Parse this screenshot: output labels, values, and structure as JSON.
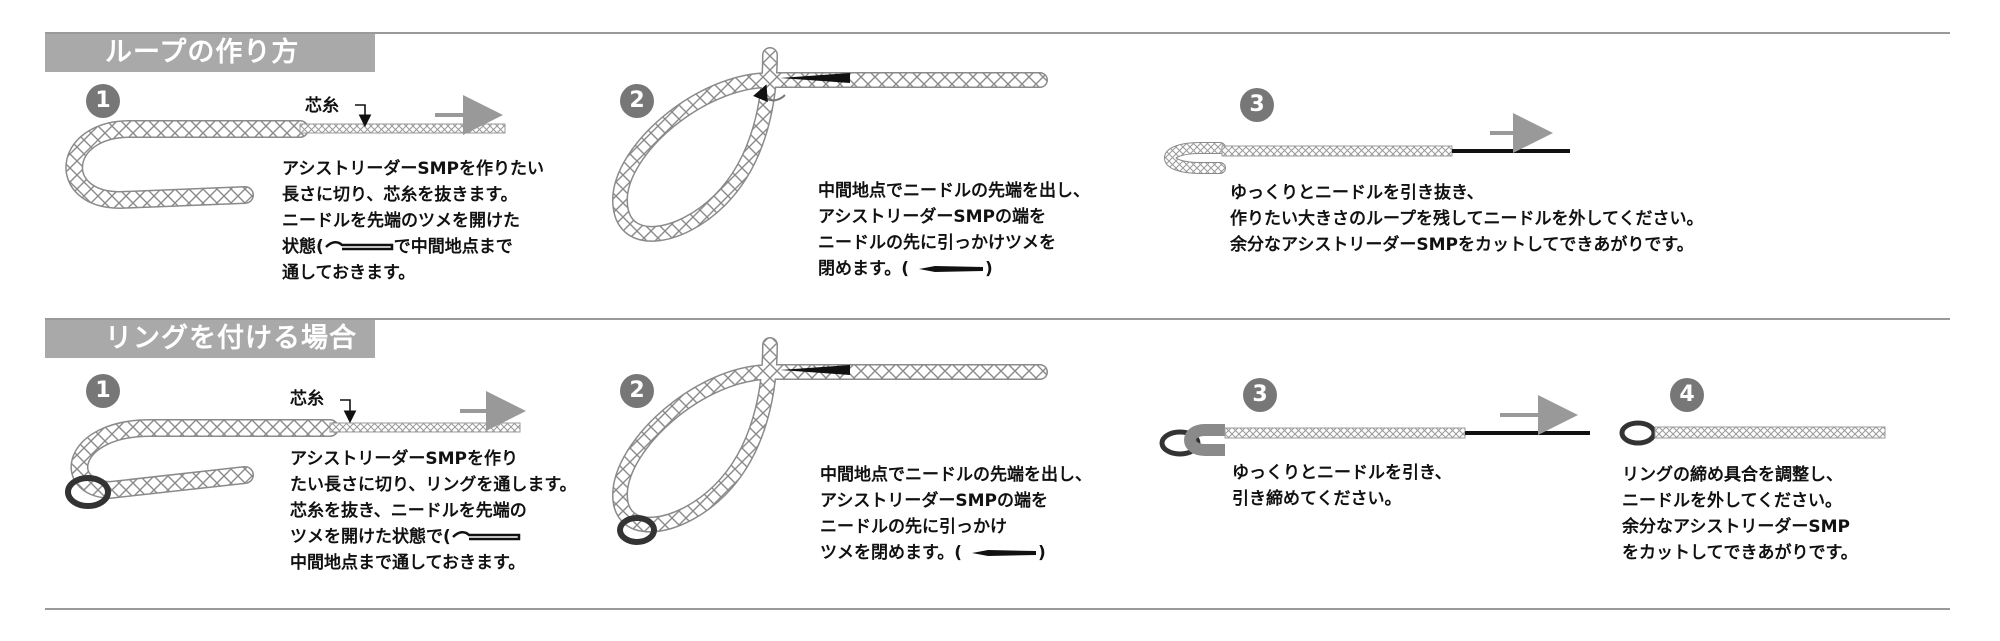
{
  "sections": [
    {
      "title": "ループの作り方",
      "steps": [
        {
          "num": "1",
          "label": "芯糸",
          "lines": [
            "アシストリーダーSMPを作りたい",
            "長さに切り、芯糸を抜きます。",
            "ニードルを先端のツメを開けた",
            "状態(",
            "で中間地点まで",
            "通しておきます。"
          ]
        },
        {
          "num": "2",
          "lines": [
            "中間地点でニードルの先端を出し、",
            "アシストリーダーSMPの端を",
            "ニードルの先に引っかけツメを",
            "閉めます。("
          ]
        },
        {
          "num": "3",
          "lines": [
            "ゆっくりとニードルを引き抜き、",
            "作りたい大きさのループを残してニードルを外してください。",
            "余分なアシストリーダーSMPをカットしてできあがりです。"
          ]
        }
      ]
    },
    {
      "title": "リングを付ける場合",
      "steps": [
        {
          "num": "1",
          "label": "芯糸",
          "lines": [
            "アシストリーダーSMPを作り",
            "たい長さに切り、リングを通します。",
            "芯糸を抜き、ニードルを先端の",
            "ツメを開けた状態で(",
            "中間地点まで通しておきます。"
          ]
        },
        {
          "num": "2",
          "lines": [
            "中間地点でニードルの先端を出し、",
            "アシストリーダーSMPの端を",
            "ニードルの先に引っかけ",
            "ツメを閉めます。("
          ]
        },
        {
          "num": "3",
          "lines": [
            "ゆっくりとニードルを引き、",
            "引き締めてください。"
          ]
        },
        {
          "num": "4",
          "lines": [
            "リングの締め具合を調整し、",
            "ニードルを外してください。",
            "余分なアシストリーダーSMP",
            "をカットしてできあがりです。"
          ]
        }
      ]
    }
  ],
  "closing_paren": ")",
  "colors": {
    "rule": "#9a9a9a",
    "title_bg": "#a9a9a9",
    "rope": "#8a8a8a",
    "arrow": "#999999",
    "needle": "#111111"
  }
}
